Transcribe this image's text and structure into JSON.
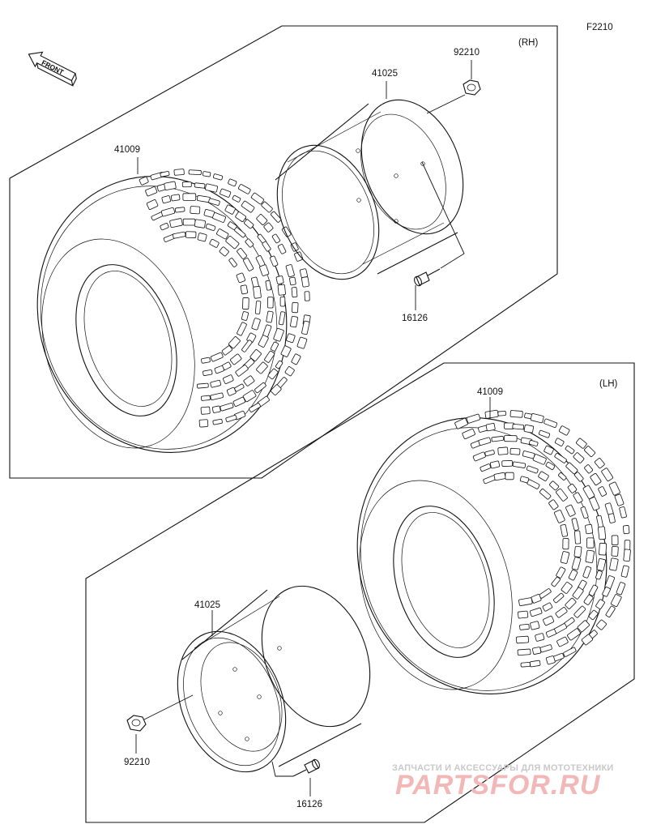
{
  "figure_code": "F2210",
  "front_label": "FRONT",
  "rh": {
    "side_label": "(RH)",
    "tire_part": "41009",
    "wheel_part": "41025",
    "nut_part": "92210",
    "valve_part": "16126"
  },
  "lh": {
    "side_label": "(LH)",
    "tire_part": "41009",
    "wheel_part": "41025",
    "nut_part": "92210",
    "valve_part": "16126"
  },
  "watermark": {
    "tagline": "ЗАПЧАСТИ И АКСЕССУАРЫ ДЛЯ МОТОТЕХНИКИ",
    "brand": "PARTSFOR.RU"
  }
}
